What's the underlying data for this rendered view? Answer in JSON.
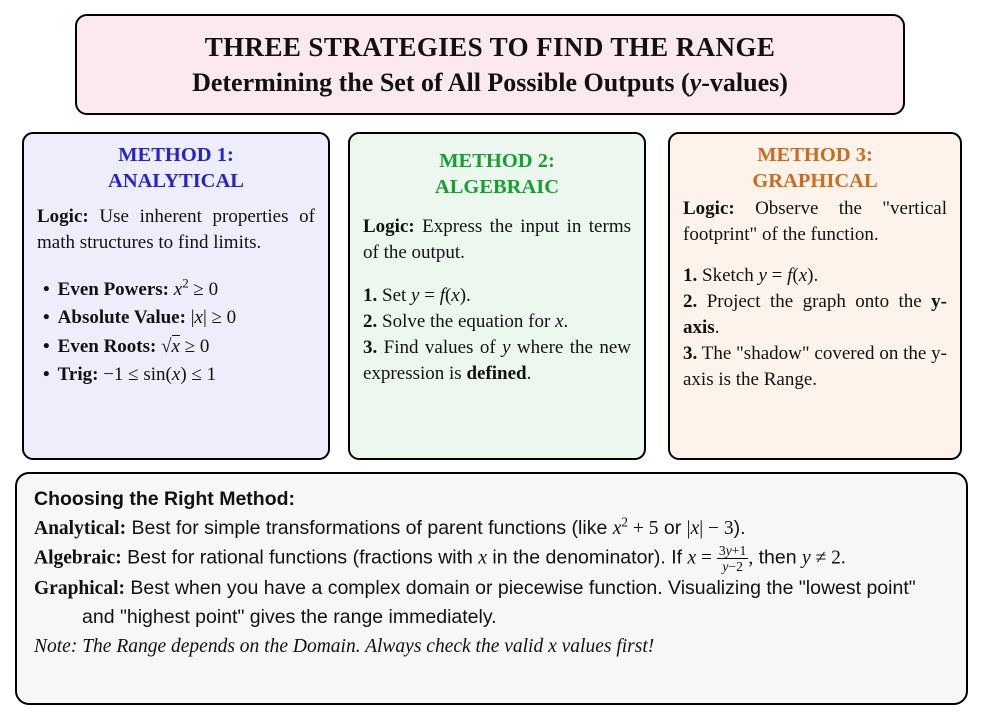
{
  "title_box": {
    "bg": "#fbe9ee",
    "title": "THREE STRATEGIES TO FIND THE RANGE",
    "subtitle_runs": [
      {
        "t": "Determining the Set of All Possible Outputs ("
      },
      {
        "t": "y",
        "i": true
      },
      {
        "t": "-values)"
      }
    ]
  },
  "methods": [
    {
      "bg": "#ededfb",
      "accent": "#2424cc",
      "heading_line1": "METHOD 1:",
      "heading_line2": "ANALYTICAL",
      "bullet": "•",
      "logic_runs": [
        {
          "t": "Logic:",
          "b": true
        },
        {
          "t": " Use inherent properties of math structures to find limits."
        }
      ],
      "items": [
        {
          "runs": [
            {
              "t": "Even Powers:",
              "b": true
            },
            {
              "t": " "
            },
            {
              "t": "x",
              "i": true
            },
            {
              "t": "2",
              "sup": true
            },
            {
              "t": " ≥ 0"
            }
          ]
        },
        {
          "runs": [
            {
              "t": "Absolute Value:",
              "b": true
            },
            {
              "t": " |"
            },
            {
              "t": "x",
              "i": true
            },
            {
              "t": "| ≥ 0"
            }
          ]
        },
        {
          "runs": [
            {
              "t": "Even Roots:",
              "b": true
            },
            {
              "t": " √"
            },
            {
              "t": "x",
              "i": true,
              "ol": true
            },
            {
              "t": " ≥ 0"
            }
          ]
        },
        {
          "runs": [
            {
              "t": "Trig:",
              "b": true
            },
            {
              "t": " −1 ≤ sin("
            },
            {
              "t": "x",
              "i": true
            },
            {
              "t": ") ≤ 1"
            }
          ]
        }
      ]
    },
    {
      "bg": "#ecf8ee",
      "accent": "#16a034",
      "heading_line1": "METHOD 2:",
      "heading_line2": "ALGEBRAIC",
      "logic_runs": [
        {
          "t": "Logic:",
          "b": true
        },
        {
          "t": " Express the input in terms of the output."
        }
      ],
      "items": [
        {
          "runs": [
            {
              "t": "1.",
              "b": true
            },
            {
              "t": " Set "
            },
            {
              "t": "y",
              "i": true
            },
            {
              "t": " = "
            },
            {
              "t": "f",
              "i": true
            },
            {
              "t": "("
            },
            {
              "t": "x",
              "i": true
            },
            {
              "t": ")."
            }
          ]
        },
        {
          "runs": [
            {
              "t": "2.",
              "b": true
            },
            {
              "t": " Solve the equation for "
            },
            {
              "t": "x",
              "i": true
            },
            {
              "t": "."
            }
          ]
        },
        {
          "runs": [
            {
              "t": "3.",
              "b": true
            },
            {
              "t": " Find values of "
            },
            {
              "t": "y",
              "i": true
            },
            {
              "t": " where the new expression is "
            },
            {
              "t": "defined",
              "b": true
            },
            {
              "t": "."
            }
          ]
        }
      ]
    },
    {
      "bg": "#fdf3ea",
      "accent": "#cc6b1e",
      "heading_line1": "METHOD 3:",
      "heading_line2": "GRAPHICAL",
      "logic_runs": [
        {
          "t": "Logic:",
          "b": true
        },
        {
          "t": " Observe the \"vertical footprint\" of the function."
        }
      ],
      "items": [
        {
          "runs": [
            {
              "t": "1.",
              "b": true
            },
            {
              "t": " Sketch "
            },
            {
              "t": "y",
              "i": true
            },
            {
              "t": " = "
            },
            {
              "t": "f",
              "i": true
            },
            {
              "t": "("
            },
            {
              "t": "x",
              "i": true
            },
            {
              "t": ")."
            }
          ]
        },
        {
          "runs": [
            {
              "t": "2.",
              "b": true
            },
            {
              "t": " Project the graph onto the "
            },
            {
              "t": "y-axis",
              "b": true
            },
            {
              "t": "."
            }
          ]
        },
        {
          "runs": [
            {
              "t": "3.",
              "b": true
            },
            {
              "t": " The \"shadow\" covered on the y-axis is the Range."
            }
          ]
        }
      ]
    }
  ],
  "footer_box": {
    "bg": "#f7f7f7",
    "heading": "Choosing the Right Method:",
    "lines": [
      {
        "runs": [
          {
            "t": "Analytical:",
            "b": true,
            "s": true
          },
          {
            "t": " Best for simple transformations of parent functions (like "
          },
          {
            "t": "x",
            "i": true
          },
          {
            "t": "2",
            "sup": true,
            "s": true
          },
          {
            "t": " + 5",
            "s": true
          },
          {
            "t": " or "
          },
          {
            "t": "|",
            "s": true
          },
          {
            "t": "x",
            "i": true
          },
          {
            "t": "| − 3",
            "s": true
          },
          {
            "t": ")."
          }
        ]
      },
      {
        "runs": [
          {
            "t": "Algebraic:",
            "b": true,
            "s": true
          },
          {
            "t": " Best for rational functions (fractions with "
          },
          {
            "t": "x",
            "i": true
          },
          {
            "t": " in the denominator).  If "
          },
          {
            "t": "x",
            "i": true
          },
          {
            "t": " = ",
            "s": true
          },
          {
            "frac": {
              "num": [
                {
                  "t": "3",
                  "s": true
                },
                {
                  "t": "y",
                  "i": true
                },
                {
                  "t": "+1",
                  "s": true
                }
              ],
              "den": [
                {
                  "t": "y",
                  "i": true
                },
                {
                  "t": "−2",
                  "s": true
                }
              ]
            }
          },
          {
            "t": ",",
            "s": true
          },
          {
            "t": " then "
          },
          {
            "t": "y",
            "i": true
          },
          {
            "t": " ≠ 2.",
            "s": true
          }
        ]
      },
      {
        "runs": [
          {
            "t": "Graphical:",
            "b": true,
            "s": true
          },
          {
            "t": " Best when you have a complex domain or piecewise function.  Visualizing the \"lowest point\" and \"highest point\" gives the range immediately."
          }
        ]
      }
    ],
    "note_runs": [
      {
        "t": "Note: The Range depends on the Domain.  Always check the valid ",
        "i": true
      },
      {
        "t": "x",
        "i": true,
        "s": true
      },
      {
        "t": " values first!",
        "i": true
      }
    ]
  }
}
